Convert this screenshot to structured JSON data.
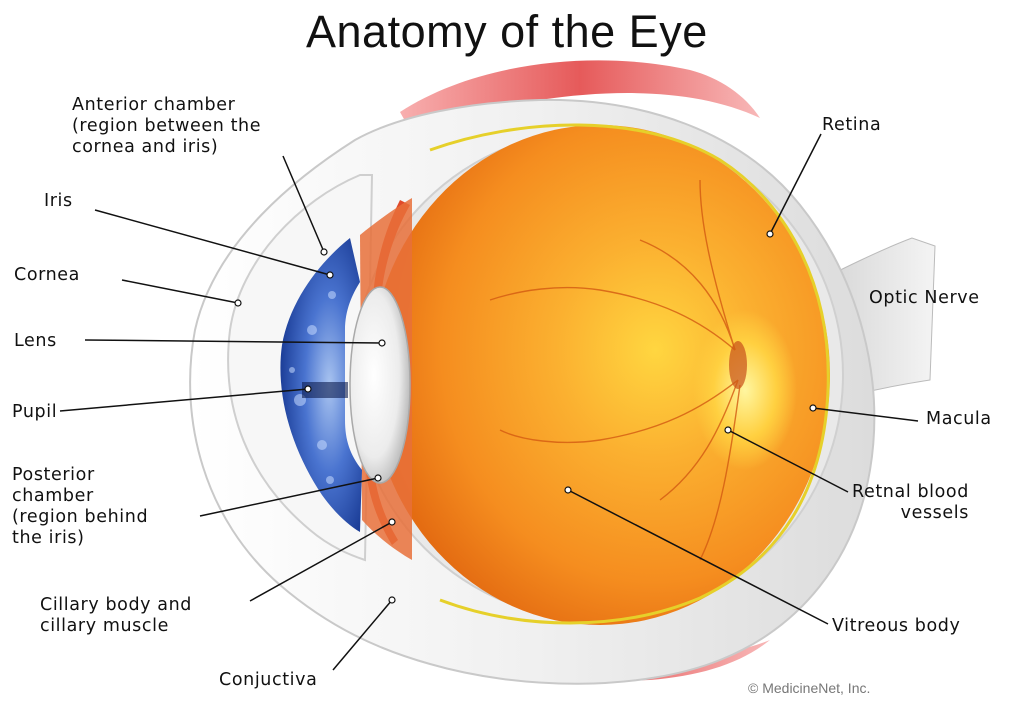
{
  "title": "Anatomy of the Eye",
  "labels": {
    "anterior_chamber": "Anterior chamber\n(region between the\ncornea and iris)",
    "iris": "Iris",
    "cornea": "Cornea",
    "lens": "Lens",
    "pupil": "Pupil",
    "posterior_chamber": "Posterior\nchamber\n(region behind\nthe iris)",
    "ciliary": "Cillary body and\ncillary muscle",
    "conjunctiva": "Conjuctiva",
    "retina": "Retina",
    "optic_nerve": "Optic Nerve",
    "macula": "Macula",
    "blood_vessels": "Retnal blood\nvessels",
    "vitreous": "Vitreous body"
  },
  "copyright": "© MedicineNet, Inc.",
  "colors": {
    "vitreous": "#f7911e",
    "retina_line": "#e8d030",
    "iris": "#3a63c8",
    "sclera": "#f2f2f2",
    "muscle": "#e05050",
    "optic_nerve": "#d8d8d8"
  }
}
